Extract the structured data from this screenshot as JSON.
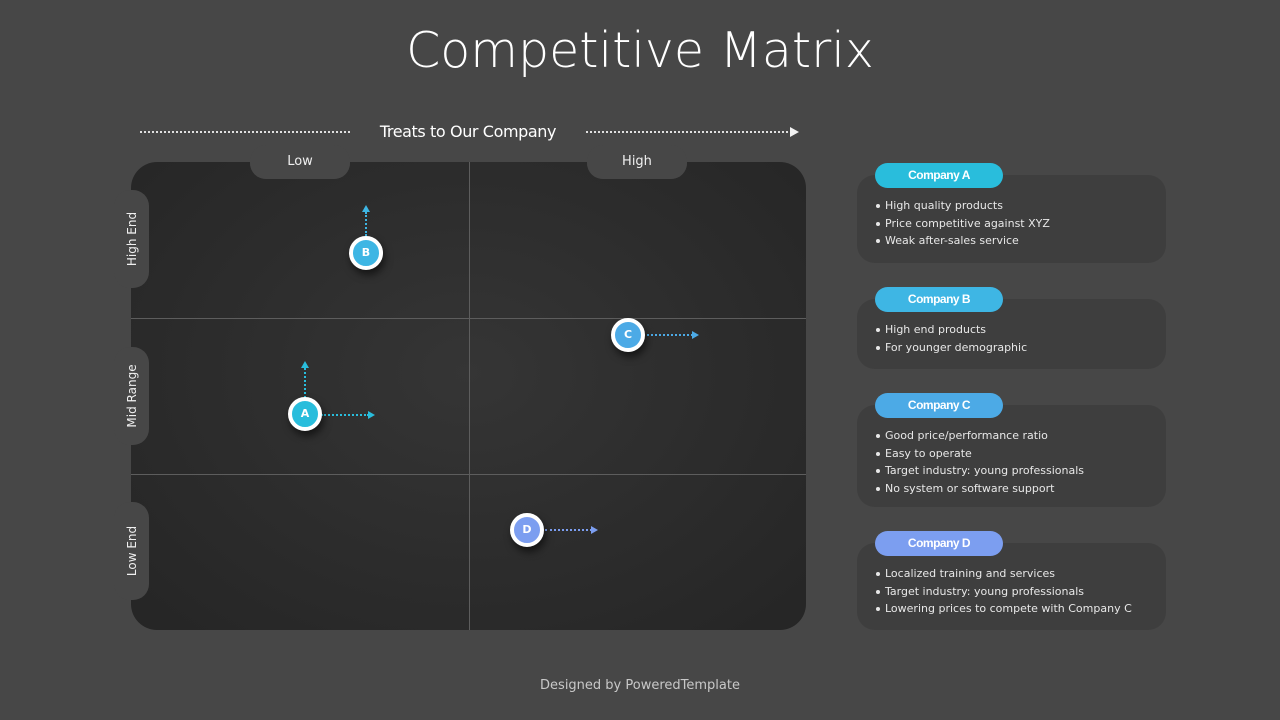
{
  "title": "Competitive Matrix",
  "x_axis": {
    "label": "Treats to Our Company",
    "columns": [
      "Low",
      "High"
    ]
  },
  "y_axis": {
    "rows": [
      "High End",
      "Mid Range",
      "Low End"
    ]
  },
  "markers": [
    {
      "id": "A",
      "color": "#29bddc",
      "arrows": [
        "up",
        "right"
      ]
    },
    {
      "id": "B",
      "color": "#3eb6e4",
      "arrows": [
        "up"
      ]
    },
    {
      "id": "C",
      "color": "#4caae6",
      "arrows": [
        "right"
      ]
    },
    {
      "id": "D",
      "color": "#7c9ef0",
      "arrows": [
        "right"
      ]
    }
  ],
  "companies": [
    {
      "name": "Company A",
      "color": "#29bddc",
      "points": [
        "High quality products",
        "Price competitive against XYZ",
        "Weak after-sales  service"
      ]
    },
    {
      "name": "Company B",
      "color": "#3eb6e4",
      "points": [
        "High end products",
        "For younger demographic"
      ]
    },
    {
      "name": "Company C",
      "color": "#4caae6",
      "points": [
        "Good price/performance  ratio",
        "Easy to operate",
        "Target  industry: young professionals",
        "No system  or software  support"
      ]
    },
    {
      "name": "Company D",
      "color": "#7c9ef0",
      "points": [
        "Localized training  and services",
        "Target  industry: young professionals",
        "Lowering  prices to compete  with Company C"
      ]
    }
  ],
  "footer": "Designed by PoweredTemplate"
}
